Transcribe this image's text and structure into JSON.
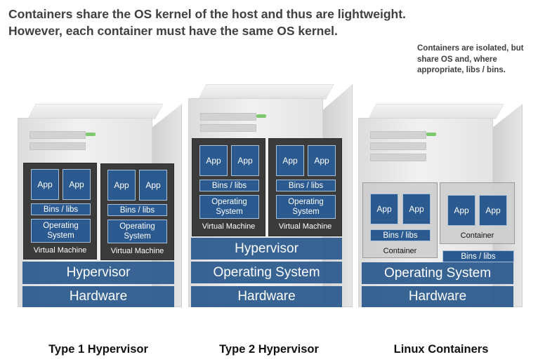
{
  "header": {
    "title_line1": "Containers share the OS kernel of the host and thus are lightweight.",
    "title_line2": "However, each container must have the same OS kernel.",
    "note_line1": "Containers are isolated, but",
    "note_line2": "share OS and, where",
    "note_line3": "appropriate, libs / bins."
  },
  "labels": {
    "app": "App",
    "bins": "Bins / libs",
    "os_line1": "Operating",
    "os_line2": "System",
    "virtual_machine": "Virtual Machine",
    "container": "Container",
    "hypervisor": "Hypervisor",
    "operating_system": "Operating System",
    "hardware": "Hardware"
  },
  "captions": {
    "type1": "Type 1 Hypervisor",
    "type2": "Type 2 Hypervisor",
    "linux": "Linux Containers"
  },
  "colors": {
    "layer_blue": "#2b5a8e",
    "vm_box": "#3b3b3b",
    "container_box": "#cdcdcd"
  }
}
